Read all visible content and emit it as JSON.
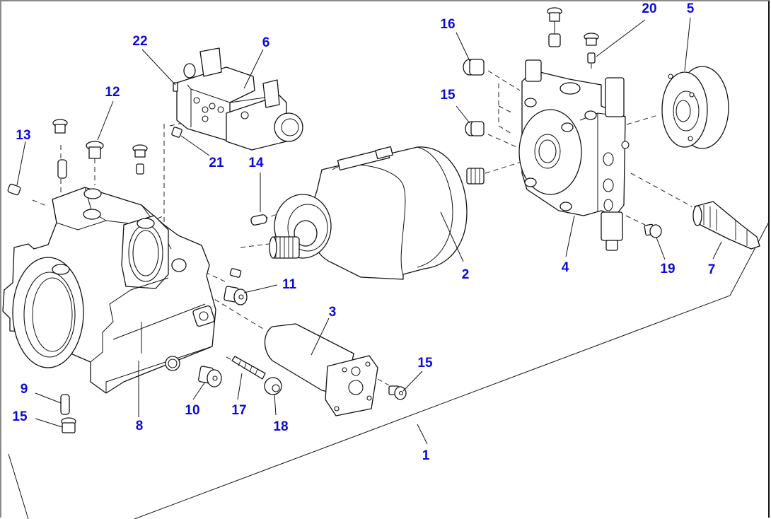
{
  "diagram": {
    "type": "exploded-parts-view",
    "label_color": "#0a0adc",
    "line_color": "#111111",
    "callouts": [
      {
        "id": "c1",
        "label": "1",
        "part": "assembly"
      },
      {
        "id": "c2",
        "label": "2",
        "part": "rotating-group"
      },
      {
        "id": "c3",
        "label": "3",
        "part": "cylinder"
      },
      {
        "id": "c4",
        "label": "4",
        "part": "port-plate-valve-block"
      },
      {
        "id": "c5",
        "label": "5",
        "part": "flange-cover"
      },
      {
        "id": "c6",
        "label": "6",
        "part": "solenoid-valve"
      },
      {
        "id": "c7",
        "label": "7",
        "part": "relief-valve-cartridge"
      },
      {
        "id": "c8",
        "label": "8",
        "part": "pump-housing"
      },
      {
        "id": "c9",
        "label": "9",
        "part": "pin"
      },
      {
        "id": "c10",
        "label": "10",
        "part": "plug"
      },
      {
        "id": "c11",
        "label": "11",
        "part": "plug"
      },
      {
        "id": "c12",
        "label": "12",
        "part": "plug"
      },
      {
        "id": "c13",
        "label": "13",
        "part": "set-screw"
      },
      {
        "id": "c14",
        "label": "14",
        "part": "pin"
      },
      {
        "id": "c15a",
        "label": "15",
        "part": "plug"
      },
      {
        "id": "c15b",
        "label": "15",
        "part": "plug"
      },
      {
        "id": "c15c",
        "label": "15",
        "part": "plug"
      },
      {
        "id": "c16",
        "label": "16",
        "part": "plug"
      },
      {
        "id": "c17",
        "label": "17",
        "part": "spring-screw"
      },
      {
        "id": "c18",
        "label": "18",
        "part": "nut"
      },
      {
        "id": "c19",
        "label": "19",
        "part": "plug"
      },
      {
        "id": "c20",
        "label": "20",
        "part": "orifice"
      },
      {
        "id": "c21",
        "label": "21",
        "part": "orifice"
      },
      {
        "id": "c22",
        "label": "22",
        "part": "plug"
      }
    ]
  }
}
